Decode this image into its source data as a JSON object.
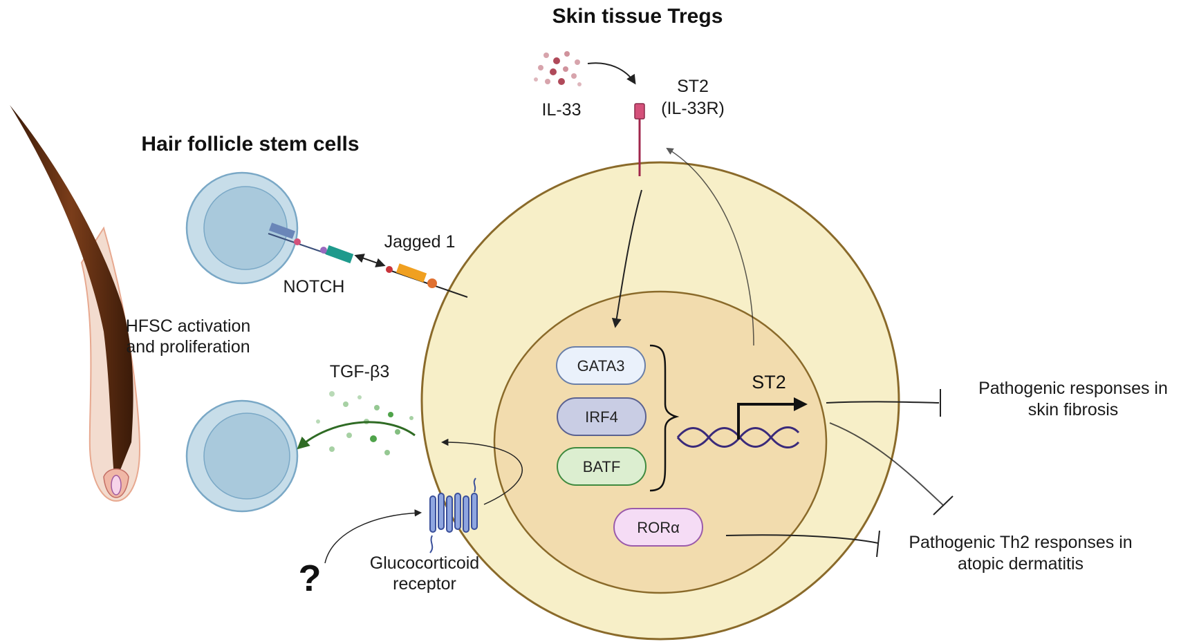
{
  "titles": {
    "tregs": "Skin tissue Tregs",
    "hfsc": "Hair follicle stem cells"
  },
  "labels": {
    "il33": "IL-33",
    "st2_receptor_line1": "ST2",
    "st2_receptor_line2": "(IL-33R)",
    "jagged1": "Jagged 1",
    "notch": "NOTCH",
    "hfsc_activation_line1": "HFSC activation",
    "hfsc_activation_line2": "and proliferation",
    "tgfb3": "TGF-β3",
    "gr_line1": "Glucocorticoid",
    "gr_line2": "receptor",
    "question": "?",
    "st2_gene": "ST2",
    "fibrosis_line1": "Pathogenic responses in",
    "fibrosis_line2": "skin fibrosis",
    "atopic_line1": "Pathogenic Th2 responses in",
    "atopic_line2": "atopic dermatitis"
  },
  "transcription_factors": {
    "gata3": "GATA3",
    "irf4": "IRF4",
    "batf": "BATF",
    "rora": "RORα"
  },
  "colors": {
    "treg_cell": "#f7efc8",
    "nucleus": "#f2dcae",
    "stem_cell": "#c7dde9",
    "stem_nucleus": "#a9c9dc",
    "tgf_dots": "#4fa34a",
    "il33_dots": "#b04a5a",
    "dna": "#3a2a7a",
    "hair": "#4a2410"
  }
}
